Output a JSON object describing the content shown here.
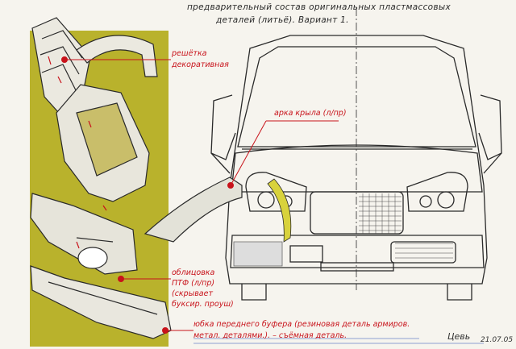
{
  "title": {
    "line1": "предварительный состав оригинальных пластмассовых",
    "line2": "деталей (литьё). Вариант 1."
  },
  "labels": {
    "grille_line1": "решётка",
    "grille_line2": "декоративная",
    "arch": "арка крыла (л/пр)",
    "fog_line1": "облицовка",
    "fog_line2": "ПТФ (л/пр)",
    "fog_line3": "(скрывает",
    "fog_line4": "буксир. проуш)",
    "skirt_line1": "юбка переднего буфера (резиновая деталь армиров.",
    "skirt_line2": "метал. деталями.). – съёмная деталь."
  },
  "signature": {
    "name": "Цевь",
    "date": "21.07.05"
  },
  "colors": {
    "panel": "#b9b22c",
    "ink": "#2a2a2a",
    "label": "#c8131b",
    "paper": "#f6f4ee",
    "blue_line": "#6d86c9"
  }
}
